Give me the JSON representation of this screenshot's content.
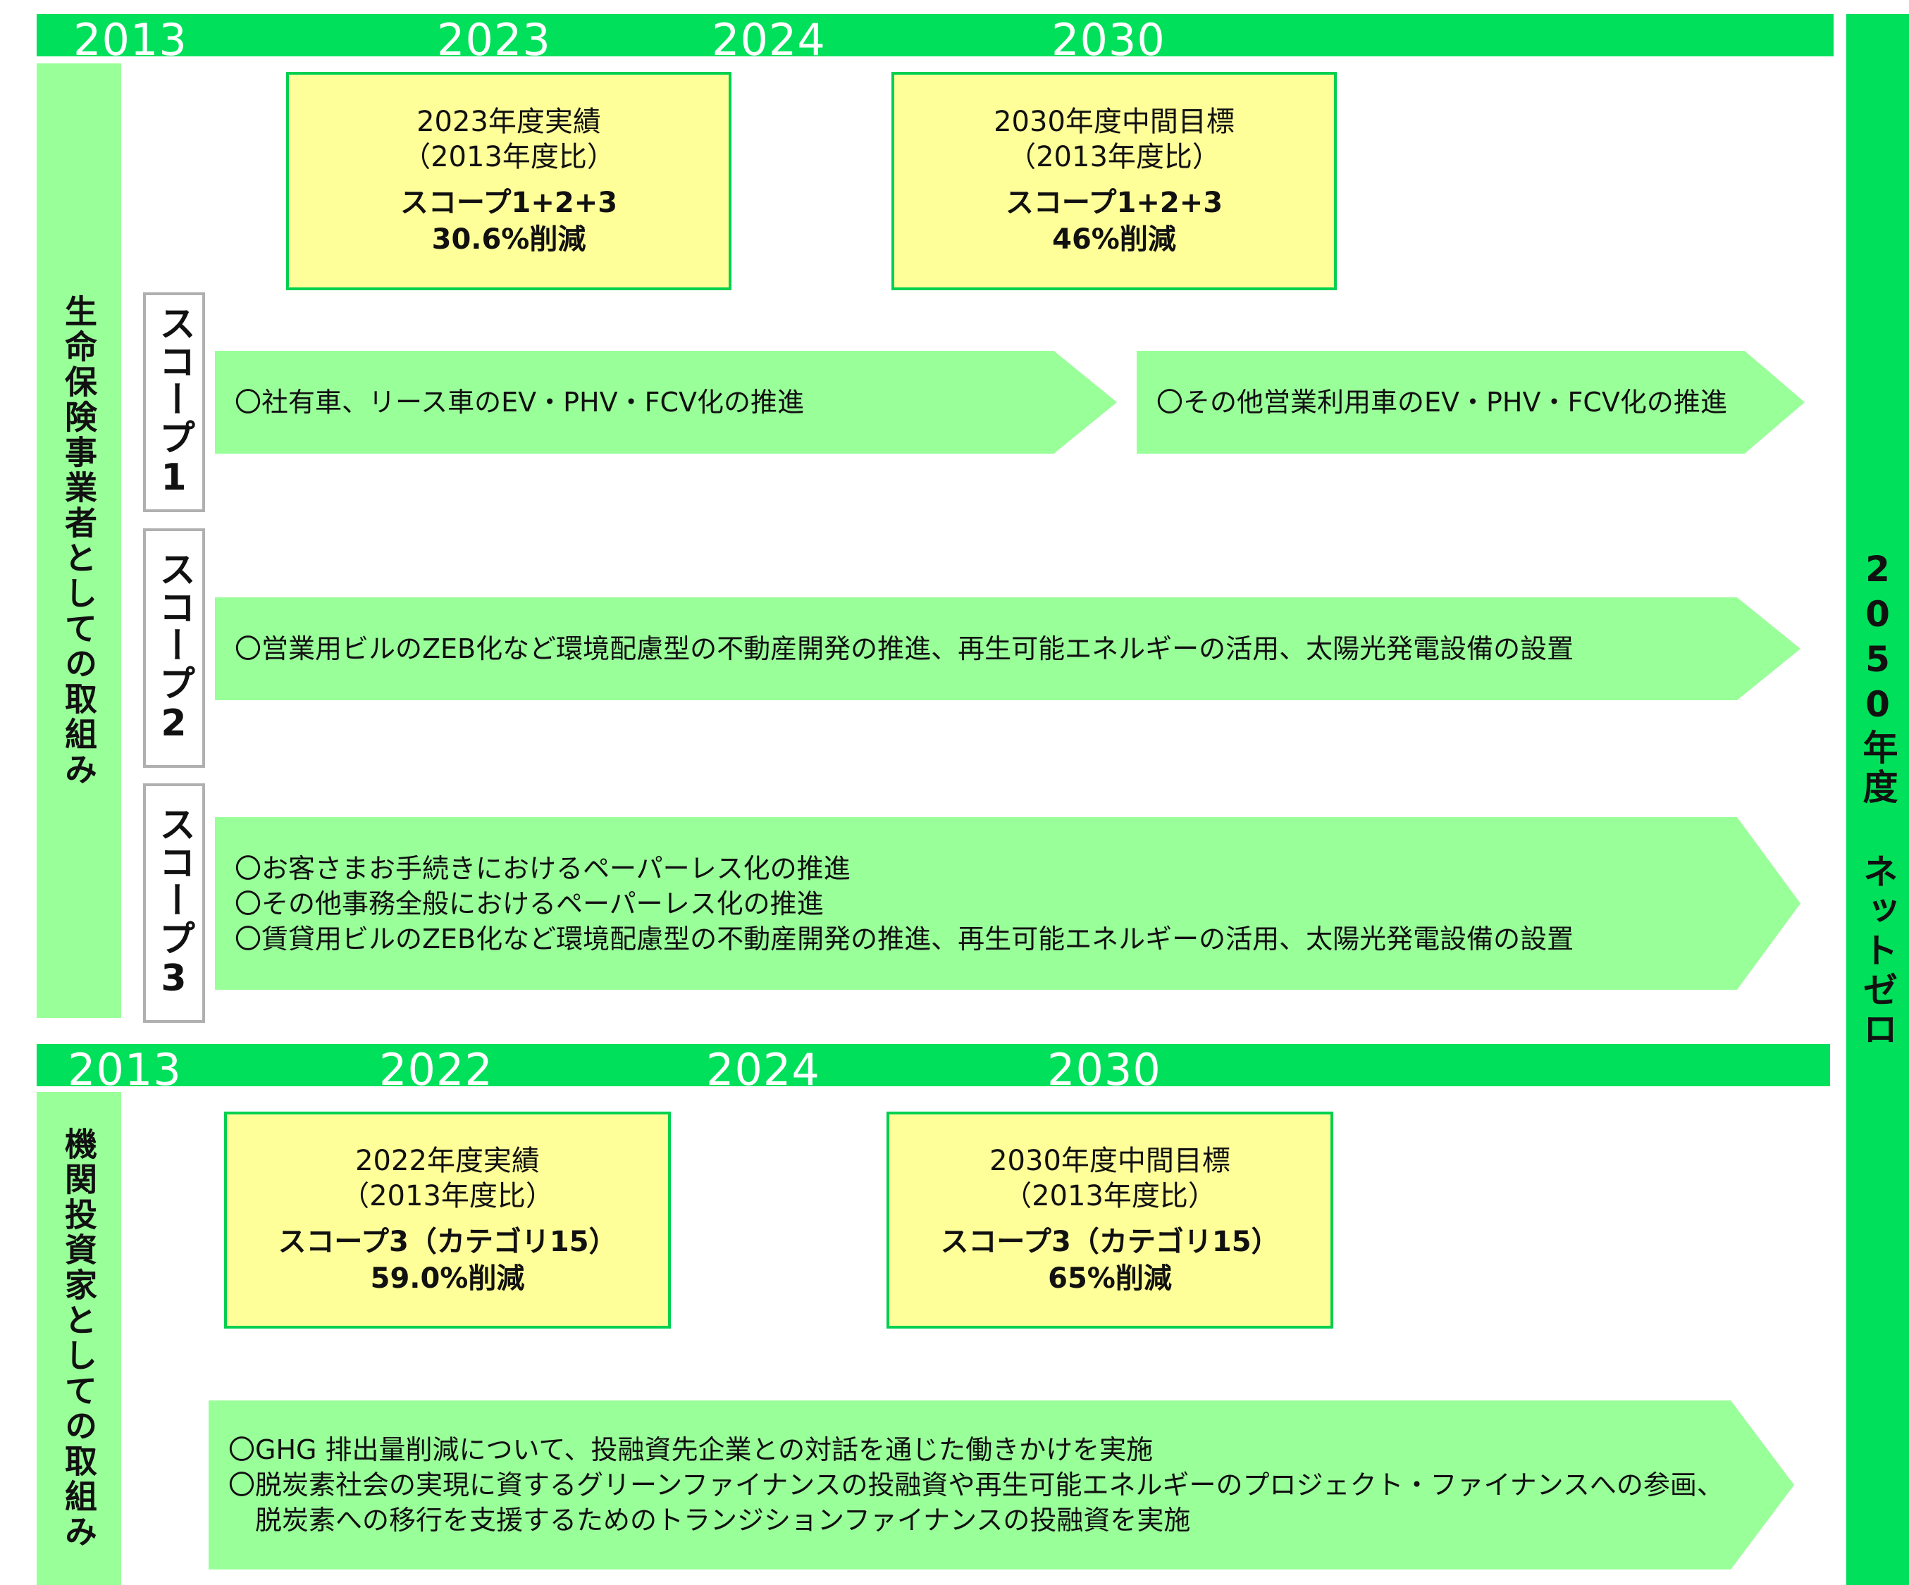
{
  "colors": {
    "bar": "#00e05a",
    "panel": "#99ff99",
    "target_fill": "#ffff99",
    "target_border": "#00d050"
  },
  "netzero": {
    "label": "2050年度 ネットゼロ"
  },
  "section1": {
    "years": [
      "2013",
      "2023",
      "2024",
      "2030"
    ],
    "side_label": "生命保険事業者としての取組み",
    "target1": {
      "line1": "2023年度実績",
      "line2": "（2013年度比）",
      "scope": "スコープ1+2+3",
      "value": "30.6%削減"
    },
    "target2": {
      "line1": "2030年度中間目標",
      "line2": "（2013年度比）",
      "scope": "スコープ1+2+3",
      "value": "46%削減"
    },
    "scope1": {
      "label": "スコープ1",
      "arrow1": "〇社有車、リース車のEV・PHV・FCV化の推進",
      "arrow2": "〇その他営業利用車のEV・PHV・FCV化の推進"
    },
    "scope2": {
      "label": "スコープ2",
      "arrow": "〇営業用ビルのZEB化など環境配慮型の不動産開発の推進、再生可能エネルギーの活用、太陽光発電設備の設置"
    },
    "scope3": {
      "label": "スコープ3",
      "lines": [
        "〇お客さまお手続きにおけるペーパーレス化の推進",
        "〇その他事務全般におけるペーパーレス化の推進",
        "〇賃貸用ビルのZEB化など環境配慮型の不動産開発の推進、再生可能エネルギーの活用、太陽光発電設備の設置"
      ]
    }
  },
  "section2": {
    "years": [
      "2013",
      "2022",
      "2024",
      "2030"
    ],
    "side_label": "機関投資家としての取組み",
    "target1": {
      "line1": "2022年度実績",
      "line2": "（2013年度比）",
      "scope": "スコープ3（カテゴリ15）",
      "value": "59.0%削減"
    },
    "target2": {
      "line1": "2030年度中間目標",
      "line2": "（2013年度比）",
      "scope": "スコープ3（カテゴリ15）",
      "value": "65%削減"
    },
    "arrow_lines": [
      "〇GHG 排出量削減について、投融資先企業との対話を通じた働きかけを実施",
      "〇脱炭素社会の実現に資するグリーンファイナンスの投融資や再生可能エネルギーのプロジェクト・ファイナンスへの参画、",
      "　脱炭素への移行を支援するためのトランジションファイナンスの投融資を実施"
    ]
  }
}
